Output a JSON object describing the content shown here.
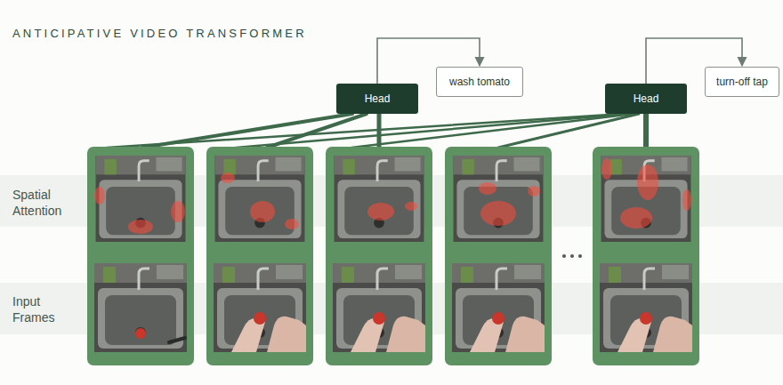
{
  "diagram": {
    "title": "ANTICIPATIVE VIDEO TRANSFORMER",
    "nodes": [
      {
        "text": [
          "Head"
        ]
      },
      {
        "text": [
          "wash tomato"
        ]
      },
      {
        "text": [
          "Head"
        ]
      },
      {
        "text": [
          "turn-off tap"
        ]
      }
    ],
    "edges": [
      {
        "from": 0,
        "to": 1,
        "arrow": "to"
      },
      {
        "from": 2,
        "to": 3,
        "arrow": "to"
      }
    ],
    "labels": [
      "Spatial Attention",
      "Input Frames"
    ]
  }
}
